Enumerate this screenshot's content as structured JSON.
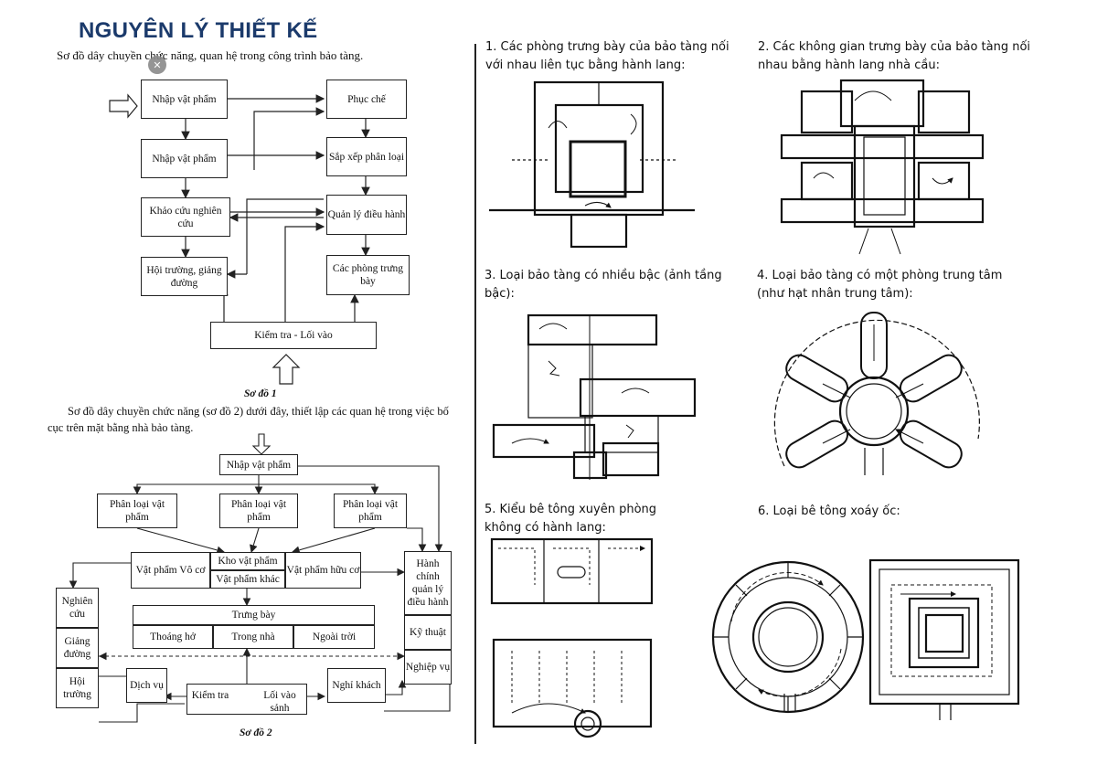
{
  "header": {
    "title": "NGUYÊN LÝ THIẾT KẾ",
    "subtitle": "Sơ đồ dây chuyền chức năng, quan hệ trong công trình bảo tàng.",
    "close": "✕"
  },
  "diagram1": {
    "nhap1": "Nhập vật phẩm",
    "nhap2": "Nhập vật phẩm",
    "khaocuu": "Khảo cứu nghiên cứu",
    "hoitruong": "Hội trường, giảng đường",
    "phuche": "Phục chế",
    "sapxep": "Sắp xếp phân loại",
    "quanly": "Quản lý điều hành",
    "cacphong": "Các phòng trưng bày",
    "kiemtra": "Kiểm tra - Lối vào",
    "caption": "Sơ đồ 1"
  },
  "paragraph": "Sơ đồ dây chuyền chức năng (sơ đồ 2) dưới đây, thiết lập các quan hệ trong việc bố cục trên mặt bằng nhà bảo tàng.",
  "diagram2": {
    "nhap": "Nhập vật phẩm",
    "pl1": "Phân loại vật phẩm",
    "pl2": "Phân loại vật phẩm",
    "pl3": "Phân loại vật phẩm",
    "voco": "Vật phẩm Vô cơ",
    "kho": "Kho vật phẩm",
    "khac": "Vật phẩm khác",
    "huuco": "Vật phẩm hữu cơ",
    "hanhchinh": "Hành chính quản lý điều hành",
    "kythuat": "Kỹ thuật",
    "nghiepvu": "Nghiệp vụ",
    "nghiencuu": "Nghiên cứu",
    "giangduong": "Giảng đường",
    "hoitruong": "Hội trường",
    "trungbay": "Trưng bày",
    "thoangho": "Thoáng hở",
    "trongnha": "Trong nhà",
    "ngoaitroi": "Ngoài trời",
    "dichvu": "Dịch vụ",
    "kiemtra": "Kiểm tra",
    "loivao": "Lối vào sảnh",
    "nghikhach": "Nghỉ khách",
    "caption": "Sơ đồ 2"
  },
  "points": [
    {
      "text": "1. Các phòng trưng bày của bảo tàng nối với nhau liên tục bằng hành lang:"
    },
    {
      "text": "2. Các không gian trưng bày của bảo tàng nối nhau bằng hành lang nhà cầu:"
    },
    {
      "text": "3. Loại bảo tàng có nhiều bậc (ảnh tầng bậc):"
    },
    {
      "text": "4. Loại bảo tàng có một phòng trung tâm (như hạt nhân trung tâm):"
    },
    {
      "text": "5. Kiểu bê tông xuyên phòng không có hành lang:"
    },
    {
      "text": "6. Loại bê tông xoáy ốc:"
    }
  ]
}
